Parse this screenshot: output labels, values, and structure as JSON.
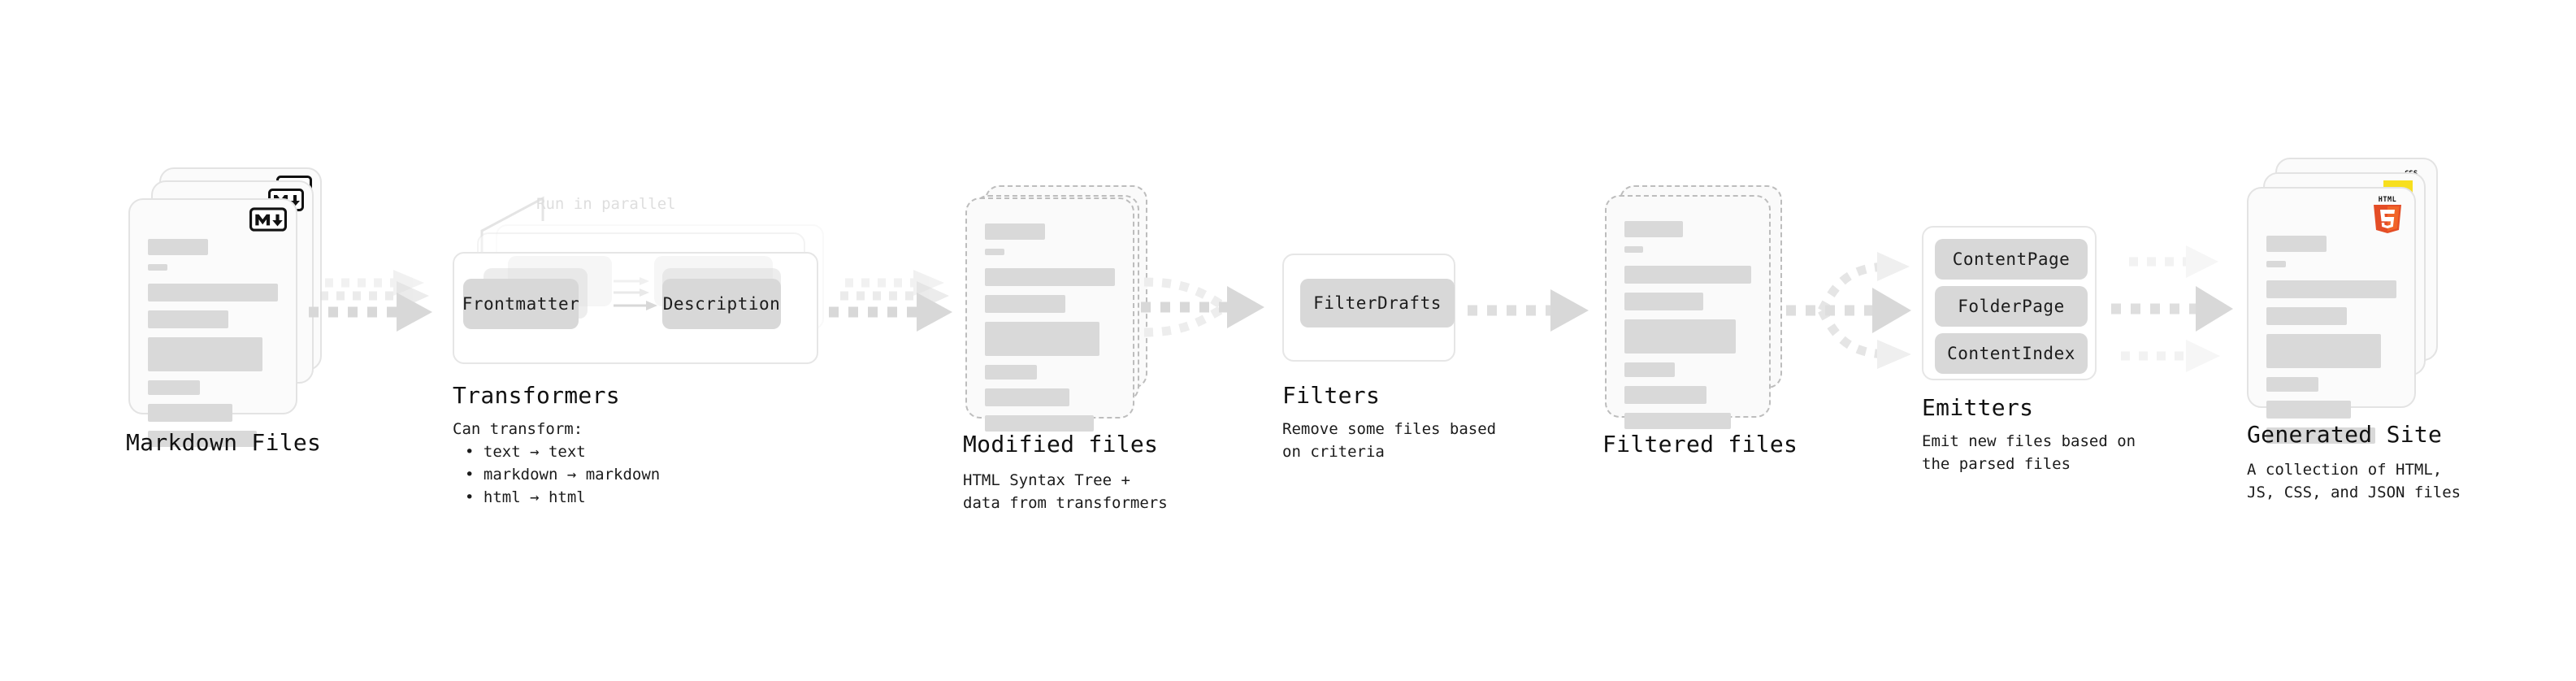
{
  "diagram": {
    "type": "pipeline-flow",
    "background": "#ffffff",
    "accent_gray": "#d8d8d8",
    "arrow_gray": "#dcdcdc",
    "stages": [
      {
        "id": "markdown-files",
        "title": "Markdown Files",
        "subtitle": "",
        "icon": "markdown-icon",
        "icon_label": "M",
        "stacked": true,
        "style": "solid"
      },
      {
        "id": "transformers",
        "title": "Transformers",
        "subtitle": "Can transform:",
        "bullets": [
          "text → text",
          "markdown → markdown",
          "html → html"
        ],
        "annotation": "Run in parallel",
        "chips": [
          "Frontmatter",
          "Description"
        ],
        "stacked": true,
        "style": "group"
      },
      {
        "id": "modified-files",
        "title": "Modified files",
        "subtitle": "HTML Syntax Tree +\ndata from transformers",
        "stacked": true,
        "style": "dashed"
      },
      {
        "id": "filters",
        "title": "Filters",
        "subtitle": "Remove some files based\non criteria",
        "chips": [
          "FilterDrafts"
        ],
        "stacked": false,
        "style": "group"
      },
      {
        "id": "filtered-files",
        "title": "Filtered files",
        "subtitle": "",
        "stacked": true,
        "style": "dashed"
      },
      {
        "id": "emitters",
        "title": "Emitters",
        "subtitle": "Emit new files based on\nthe parsed files",
        "chips": [
          "ContentPage",
          "FolderPage",
          "ContentIndex"
        ],
        "stacked": false,
        "style": "group"
      },
      {
        "id": "generated-site",
        "title": "Generated Site",
        "subtitle": "A collection of HTML,\nJS, CSS, and JSON files",
        "icons": [
          "css-icon",
          "js-icon",
          "html5-icon"
        ],
        "icon_labels": [
          "CSS",
          "JS",
          "HTML"
        ],
        "html5_digit": "5",
        "stacked": true,
        "style": "solid"
      }
    ],
    "connectors": [
      {
        "id": "c1",
        "from": "markdown-files",
        "to": "transformers",
        "kind": "triple-parallel"
      },
      {
        "id": "c2",
        "from": "transformers",
        "to": "modified-files",
        "kind": "triple-parallel"
      },
      {
        "id": "c3",
        "from": "modified-files",
        "to": "filters",
        "kind": "converge"
      },
      {
        "id": "c4",
        "from": "filters",
        "to": "filtered-files",
        "kind": "single"
      },
      {
        "id": "c5",
        "from": "filtered-files",
        "to": "emitters",
        "kind": "diverge"
      },
      {
        "id": "c6",
        "from": "emitters",
        "to": "generated-site",
        "kind": "triple-parallel"
      }
    ]
  }
}
